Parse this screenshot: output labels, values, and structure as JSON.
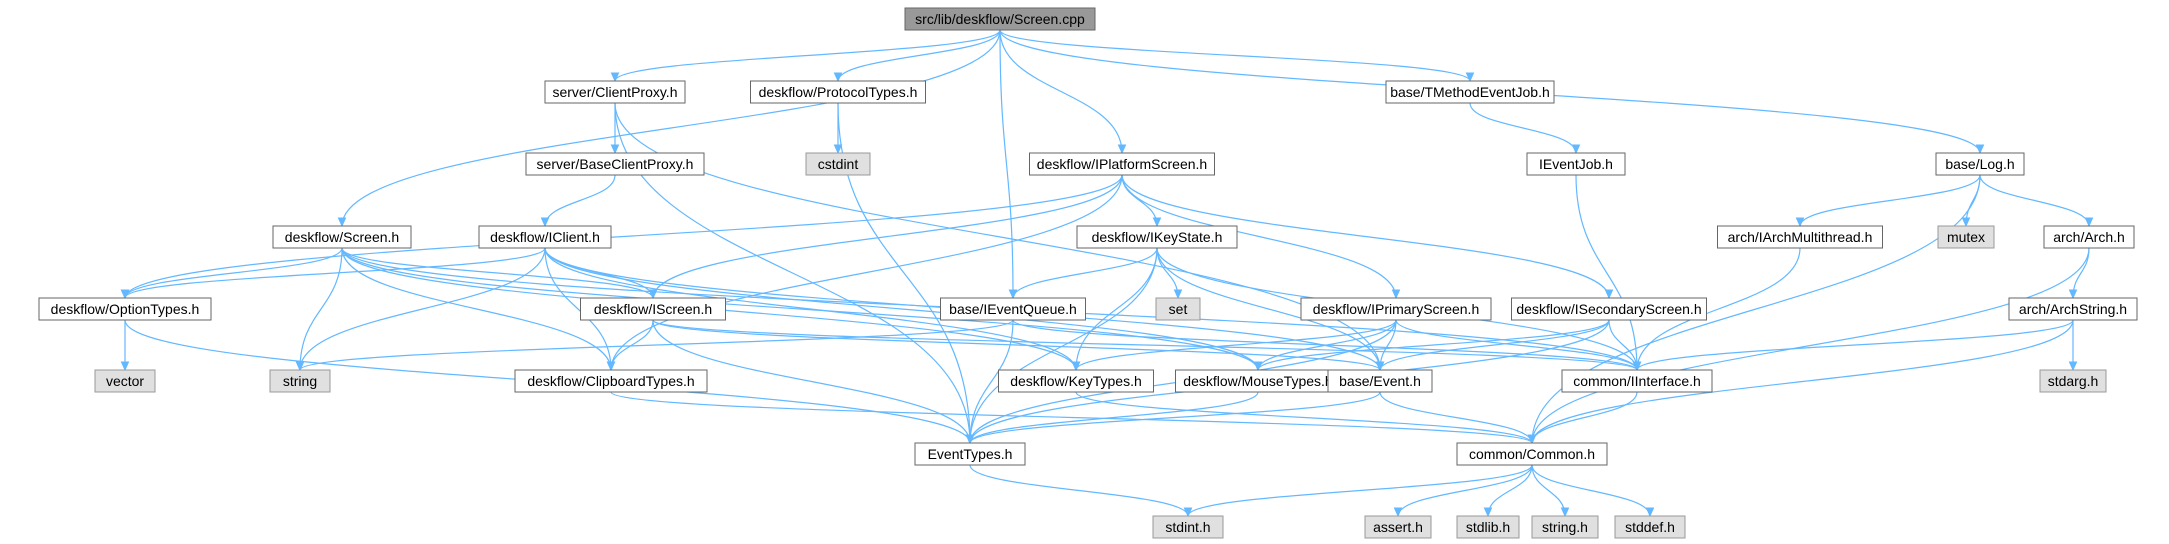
{
  "diagram": {
    "type": "include-dependency-graph",
    "root": "src/lib/deskflow/Screen.cpp",
    "colors": {
      "edge": "#63b8ff",
      "root_fill": "#999999",
      "node_fill": "#ffffff",
      "system_fill": "#e0e0e0",
      "system_border": "#999999",
      "node_border": "#666666"
    },
    "nodes": [
      {
        "id": "root",
        "label": "src/lib/deskflow/Screen.cpp",
        "kind": "root"
      },
      {
        "id": "clientproxy",
        "label": "server/ClientProxy.h",
        "kind": "header"
      },
      {
        "id": "protocoltypes",
        "label": "deskflow/ProtocolTypes.h",
        "kind": "header"
      },
      {
        "id": "tmethod",
        "label": "base/TMethodEventJob.h",
        "kind": "header"
      },
      {
        "id": "log",
        "label": "base/Log.h",
        "kind": "header"
      },
      {
        "id": "baseclientproxy",
        "label": "server/BaseClientProxy.h",
        "kind": "header"
      },
      {
        "id": "cstdint",
        "label": "cstdint",
        "kind": "system"
      },
      {
        "id": "iplatformscreen",
        "label": "deskflow/IPlatformScreen.h",
        "kind": "header"
      },
      {
        "id": "ieventjob",
        "label": "IEventJob.h",
        "kind": "header"
      },
      {
        "id": "screen_h",
        "label": "deskflow/Screen.h",
        "kind": "header"
      },
      {
        "id": "iclient",
        "label": "deskflow/IClient.h",
        "kind": "header"
      },
      {
        "id": "ikeystate",
        "label": "deskflow/IKeyState.h",
        "kind": "header"
      },
      {
        "id": "iarchmt",
        "label": "arch/IArchMultithread.h",
        "kind": "header"
      },
      {
        "id": "mutex",
        "label": "mutex",
        "kind": "system"
      },
      {
        "id": "arch",
        "label": "arch/Arch.h",
        "kind": "header"
      },
      {
        "id": "optiontypes",
        "label": "deskflow/OptionTypes.h",
        "kind": "header"
      },
      {
        "id": "iscreen",
        "label": "deskflow/IScreen.h",
        "kind": "header"
      },
      {
        "id": "ieventqueue",
        "label": "base/IEventQueue.h",
        "kind": "header"
      },
      {
        "id": "set",
        "label": "set",
        "kind": "system"
      },
      {
        "id": "iprimary",
        "label": "deskflow/IPrimaryScreen.h",
        "kind": "header"
      },
      {
        "id": "isecondary",
        "label": "deskflow/ISecondaryScreen.h",
        "kind": "header"
      },
      {
        "id": "archstring",
        "label": "arch/ArchString.h",
        "kind": "header"
      },
      {
        "id": "vector",
        "label": "vector",
        "kind": "system"
      },
      {
        "id": "string",
        "label": "string",
        "kind": "system"
      },
      {
        "id": "clipboardtypes",
        "label": "deskflow/ClipboardTypes.h",
        "kind": "header"
      },
      {
        "id": "keytypes",
        "label": "deskflow/KeyTypes.h",
        "kind": "header"
      },
      {
        "id": "mousetypes",
        "label": "deskflow/MouseTypes.h",
        "kind": "header"
      },
      {
        "id": "event",
        "label": "base/Event.h",
        "kind": "header"
      },
      {
        "id": "iinterface",
        "label": "common/IInterface.h",
        "kind": "header"
      },
      {
        "id": "stdarg",
        "label": "stdarg.h",
        "kind": "system"
      },
      {
        "id": "eventtypes",
        "label": "EventTypes.h",
        "kind": "header"
      },
      {
        "id": "common",
        "label": "common/Common.h",
        "kind": "header"
      },
      {
        "id": "stdint",
        "label": "stdint.h",
        "kind": "system"
      },
      {
        "id": "assert",
        "label": "assert.h",
        "kind": "system"
      },
      {
        "id": "stdlib",
        "label": "stdlib.h",
        "kind": "system"
      },
      {
        "id": "stringh",
        "label": "string.h",
        "kind": "system"
      },
      {
        "id": "stddef",
        "label": "stddef.h",
        "kind": "system"
      }
    ],
    "edges": [
      [
        "root",
        "clientproxy"
      ],
      [
        "root",
        "protocoltypes"
      ],
      [
        "root",
        "tmethod"
      ],
      [
        "root",
        "log"
      ],
      [
        "root",
        "iplatformscreen"
      ],
      [
        "root",
        "ieventqueue"
      ],
      [
        "root",
        "screen_h"
      ],
      [
        "clientproxy",
        "baseclientproxy"
      ],
      [
        "clientproxy",
        "eventtypes"
      ],
      [
        "clientproxy",
        "event"
      ],
      [
        "protocoltypes",
        "cstdint"
      ],
      [
        "protocoltypes",
        "eventtypes"
      ],
      [
        "tmethod",
        "ieventjob"
      ],
      [
        "ieventjob",
        "iinterface"
      ],
      [
        "log",
        "iarchmt"
      ],
      [
        "log",
        "mutex"
      ],
      [
        "log",
        "arch"
      ],
      [
        "log",
        "common"
      ],
      [
        "baseclientproxy",
        "iclient"
      ],
      [
        "iplatformscreen",
        "optiontypes"
      ],
      [
        "iplatformscreen",
        "iscreen"
      ],
      [
        "iplatformscreen",
        "clipboardtypes"
      ],
      [
        "iplatformscreen",
        "ikeystate"
      ],
      [
        "iplatformscreen",
        "iprimary"
      ],
      [
        "iplatformscreen",
        "isecondary"
      ],
      [
        "screen_h",
        "optiontypes"
      ],
      [
        "screen_h",
        "iscreen"
      ],
      [
        "screen_h",
        "string"
      ],
      [
        "screen_h",
        "clipboardtypes"
      ],
      [
        "screen_h",
        "keytypes"
      ],
      [
        "screen_h",
        "mousetypes"
      ],
      [
        "screen_h",
        "iinterface"
      ],
      [
        "iclient",
        "optiontypes"
      ],
      [
        "iclient",
        "iscreen"
      ],
      [
        "iclient",
        "string"
      ],
      [
        "iclient",
        "clipboardtypes"
      ],
      [
        "iclient",
        "keytypes"
      ],
      [
        "iclient",
        "mousetypes"
      ],
      [
        "iclient",
        "event"
      ],
      [
        "ikeystate",
        "ieventqueue"
      ],
      [
        "ikeystate",
        "set"
      ],
      [
        "ikeystate",
        "keytypes"
      ],
      [
        "ikeystate",
        "eventtypes"
      ],
      [
        "ikeystate",
        "event"
      ],
      [
        "ikeystate",
        "iinterface"
      ],
      [
        "iarchmt",
        "iinterface"
      ],
      [
        "arch",
        "archstring"
      ],
      [
        "arch",
        "common"
      ],
      [
        "optiontypes",
        "vector"
      ],
      [
        "optiontypes",
        "eventtypes"
      ],
      [
        "iscreen",
        "clipboardtypes"
      ],
      [
        "iscreen",
        "eventtypes"
      ],
      [
        "iscreen",
        "event"
      ],
      [
        "iscreen",
        "iinterface"
      ],
      [
        "ieventqueue",
        "string"
      ],
      [
        "ieventqueue",
        "eventtypes"
      ],
      [
        "ieventqueue",
        "iinterface"
      ],
      [
        "iprimary",
        "keytypes"
      ],
      [
        "iprimary",
        "mousetypes"
      ],
      [
        "iprimary",
        "event"
      ],
      [
        "iprimary",
        "eventtypes"
      ],
      [
        "iprimary",
        "iinterface"
      ],
      [
        "isecondary",
        "mousetypes"
      ],
      [
        "isecondary",
        "event"
      ],
      [
        "isecondary",
        "eventtypes"
      ],
      [
        "isecondary",
        "iinterface"
      ],
      [
        "archstring",
        "iinterface"
      ],
      [
        "archstring",
        "stdarg"
      ],
      [
        "archstring",
        "common"
      ],
      [
        "clipboardtypes",
        "common"
      ],
      [
        "keytypes",
        "common"
      ],
      [
        "mousetypes",
        "eventtypes"
      ],
      [
        "event",
        "eventtypes"
      ],
      [
        "event",
        "common"
      ],
      [
        "iinterface",
        "common"
      ],
      [
        "eventtypes",
        "stdint"
      ],
      [
        "common",
        "stdint"
      ],
      [
        "common",
        "assert"
      ],
      [
        "common",
        "stdlib"
      ],
      [
        "common",
        "stringh"
      ],
      [
        "common",
        "stddef"
      ]
    ]
  }
}
